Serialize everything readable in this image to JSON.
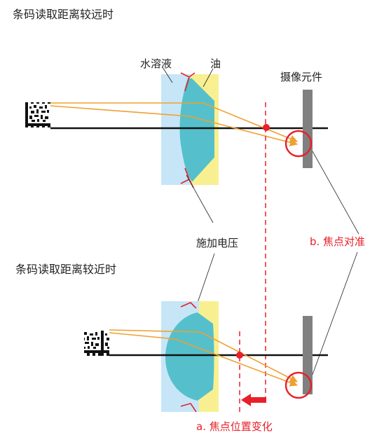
{
  "top_title": "条码读取距离较远时",
  "bottom_title": "条码读取距离较近时",
  "labels": {
    "water": "水溶液",
    "oil": "油",
    "sensor": "摄像元件",
    "voltage": "施加电压",
    "focus_ok": "b. 焦点对准",
    "focus_shift": "a. 焦点位置变化"
  },
  "colors": {
    "water": "#c6e6f7",
    "oil": "#f8f090",
    "lens": "#55c0cb",
    "ray": "#f0a030",
    "axis": "#111111",
    "accent": "#e8202a",
    "sensor": "#808080"
  }
}
